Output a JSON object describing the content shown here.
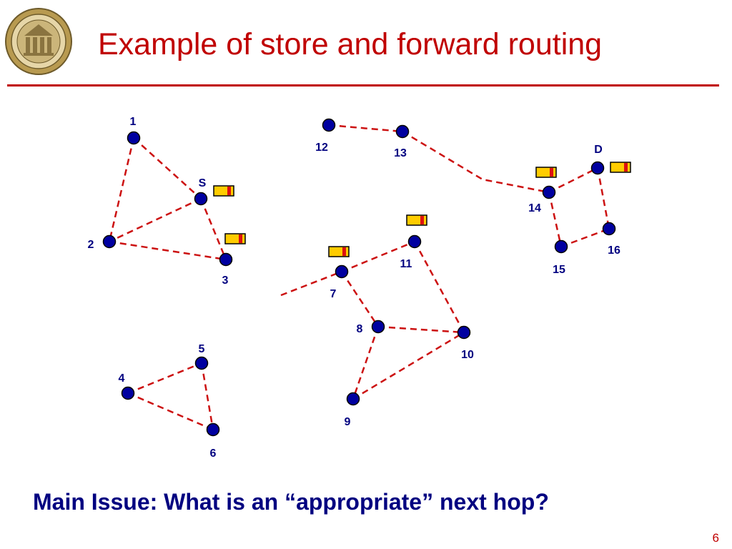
{
  "slide": {
    "title": "Example of store and forward routing",
    "main_issue": "Main Issue: What is an “appropriate” next hop?",
    "page_number": "6"
  },
  "colors": {
    "title": "#c00000",
    "rule": "#c00000",
    "issue_text": "#000080",
    "node_fill": "#0000a0",
    "node_stroke": "#000000",
    "edge": "#cc1111",
    "packet_fill": "#ffcc00",
    "packet_mark": "#dd1111",
    "logo_gold": "#c8b070"
  },
  "icons": {
    "logo": "university-seal-icon",
    "packet": "packet-icon"
  },
  "nodes": [
    {
      "id": "1",
      "label": "1"
    },
    {
      "id": "S",
      "label": "S"
    },
    {
      "id": "2",
      "label": "2"
    },
    {
      "id": "3",
      "label": "3"
    },
    {
      "id": "4",
      "label": "4"
    },
    {
      "id": "5",
      "label": "5"
    },
    {
      "id": "6",
      "label": "6"
    },
    {
      "id": "7",
      "label": "7"
    },
    {
      "id": "8",
      "label": "8"
    },
    {
      "id": "9",
      "label": "9"
    },
    {
      "id": "10",
      "label": "10"
    },
    {
      "id": "11",
      "label": "11"
    },
    {
      "id": "12",
      "label": "12"
    },
    {
      "id": "13",
      "label": "13"
    },
    {
      "id": "14",
      "label": "14"
    },
    {
      "id": "15",
      "label": "15"
    },
    {
      "id": "16",
      "label": "16"
    },
    {
      "id": "D",
      "label": "D"
    }
  ],
  "links": [
    {
      "from": "1",
      "to": "S"
    },
    {
      "from": "1",
      "to": "2"
    },
    {
      "from": "S",
      "to": "2"
    },
    {
      "from": "S",
      "to": "3"
    },
    {
      "from": "2",
      "to": "3"
    },
    {
      "from": "4",
      "to": "5"
    },
    {
      "from": "4",
      "to": "6"
    },
    {
      "from": "5",
      "to": "6"
    },
    {
      "from": "7",
      "to": "11"
    },
    {
      "from": "7",
      "to": "8"
    },
    {
      "from": "8",
      "to": "10"
    },
    {
      "from": "8",
      "to": "9"
    },
    {
      "from": "9",
      "to": "10"
    },
    {
      "from": "11",
      "to": "10"
    },
    {
      "from": "12",
      "to": "13"
    },
    {
      "from": "14",
      "to": "D"
    },
    {
      "from": "14",
      "to": "15"
    },
    {
      "from": "15",
      "to": "16"
    },
    {
      "from": "D",
      "to": "16"
    }
  ],
  "packets_at": [
    "S",
    "3",
    "7",
    "11",
    "14",
    "D"
  ]
}
